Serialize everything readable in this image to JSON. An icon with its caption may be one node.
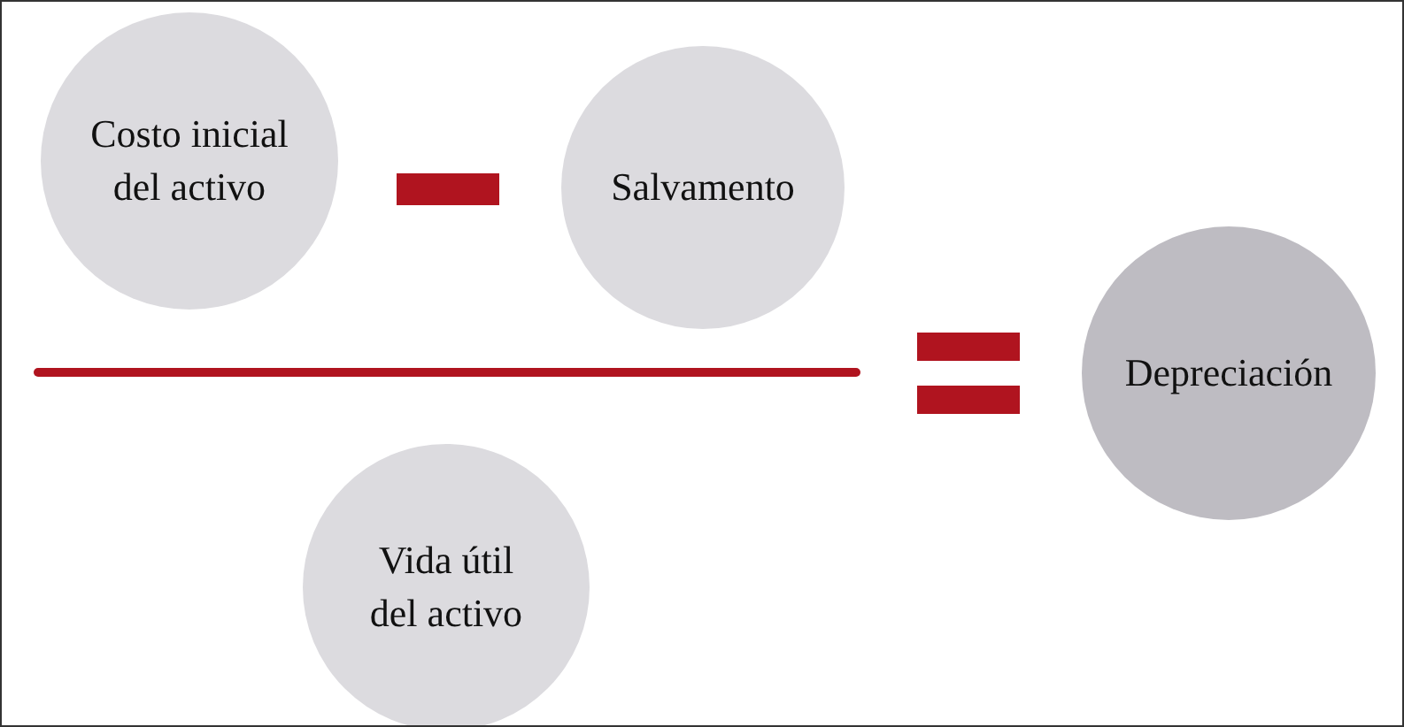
{
  "diagram": {
    "nodes": [
      {
        "text": [
          "Costo inicial del activo"
        ]
      },
      {
        "text": [
          "Salvamento"
        ]
      },
      {
        "text": [
          "Vida útil del activo"
        ]
      },
      {
        "text": [
          "Depreciación"
        ]
      }
    ]
  }
}
